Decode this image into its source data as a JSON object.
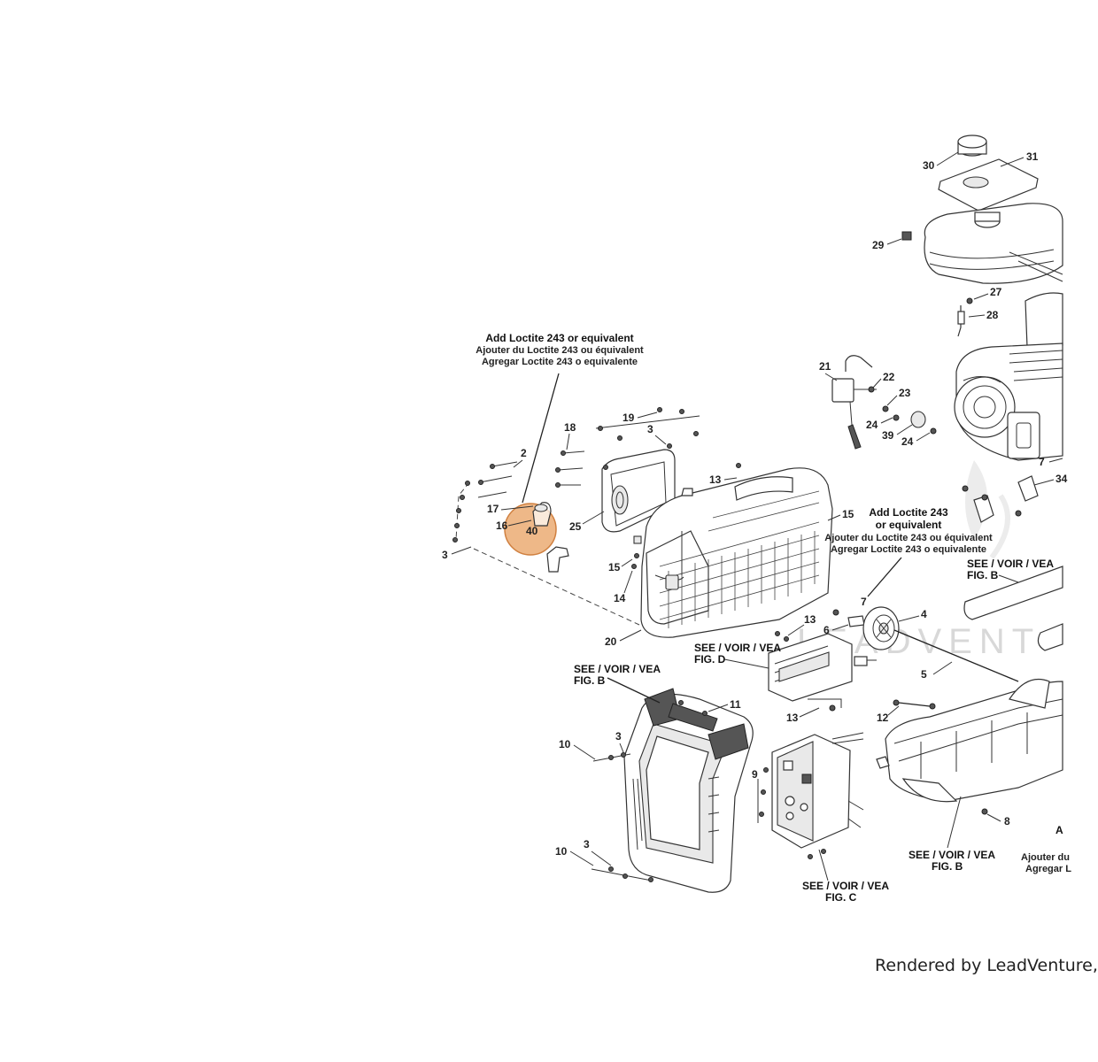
{
  "credit": "Rendered by LeadVenture,",
  "watermark": "LEADVENT",
  "highlight": {
    "callout": "40",
    "color": "#e8a060"
  },
  "notes": {
    "loctite_left": {
      "line1": "Add Loctite 243 or equivalent",
      "line2": "Ajouter du Loctite 243 ou équivalent",
      "line3": "Agregar Loctite 243 o equivalente"
    },
    "loctite_mid": {
      "line1": "Add Loctite 243",
      "line2": "or equivalent",
      "line3": "Ajouter du Loctite 243 ou équivalent",
      "line4": "Agregar Loctite 243 o equivalente"
    },
    "loctite_right": {
      "line1": "A",
      "line2": "Ajouter du",
      "line3": "Agregar L"
    },
    "see_fig_b_top": {
      "line1": "SEE / VOIR / VEA",
      "line2": "FIG. B"
    },
    "see_fig_b_left": {
      "line1": "SEE / VOIR / VEA",
      "line2": "FIG. B"
    },
    "see_fig_d": {
      "line1": "SEE / VOIR / VEA",
      "line2": "FIG. D"
    },
    "see_fig_c": {
      "line1": "SEE / VOIR / VEA",
      "line2": "FIG. C"
    },
    "see_fig_b_bottom": {
      "line1": "SEE / VOIR / VEA",
      "line2": "FIG. B"
    }
  },
  "callouts": {
    "c30": "30",
    "c31": "31",
    "c29": "29",
    "c27": "27",
    "c28": "28",
    "c21": "21",
    "c22": "22",
    "c23": "23",
    "c24a": "24",
    "c39": "39",
    "c24b": "24",
    "c7a": "7",
    "c34": "34",
    "c19": "19",
    "c18": "18",
    "c3a": "3",
    "c2": "2",
    "c13a": "13",
    "c25": "25",
    "c17": "17",
    "c16": "16",
    "c3b": "3",
    "c15a": "15",
    "c15b": "15",
    "c14": "14",
    "c20": "20",
    "c7b": "7",
    "c4": "4",
    "c13b": "13",
    "c6": "6",
    "c5": "5",
    "c13c": "13",
    "c12": "12",
    "c11": "11",
    "c10a": "10",
    "c3c": "3",
    "c9": "9",
    "c10b": "10",
    "c3d": "3",
    "c8": "8"
  }
}
